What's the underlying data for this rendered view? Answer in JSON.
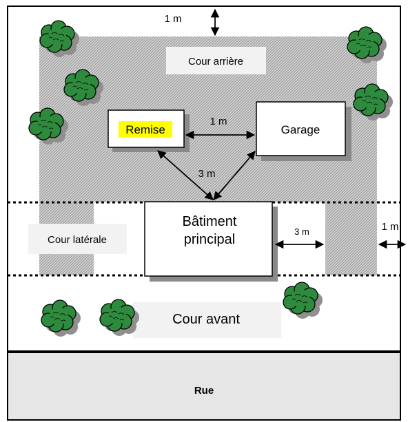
{
  "diagram": {
    "labels": {
      "cour_arriere": "Cour arrière",
      "cour_laterale": "Cour latérale",
      "cour_avant": "Cour avant",
      "remise": "Remise",
      "garage": "Garage",
      "batiment_line1": "Bâtiment",
      "batiment_line2": "principal",
      "rue": "Rue"
    },
    "dimensions": {
      "top_setback": "1 m",
      "remise_garage": "1 m",
      "to_main_building": "3 m",
      "main_building_side": "3 m",
      "side_setback": "1 m"
    }
  },
  "colors": {
    "yard_hatch": "#9a9a9a",
    "label_box": "#f2f2f2",
    "street": "#e6e6e6",
    "highlight": "#ffff00",
    "tree_fill": "#2e8b3e",
    "tree_shadow": "#8f8f8f",
    "building_shadow": "#8a8a8a"
  },
  "icons": [
    "tree-icon",
    "double-arrow-icon"
  ]
}
